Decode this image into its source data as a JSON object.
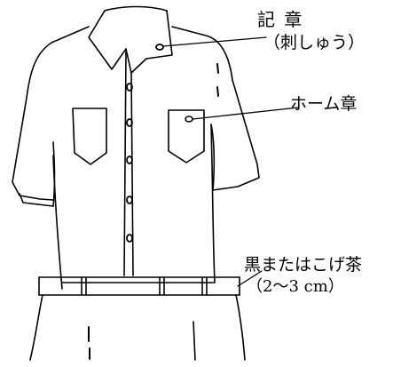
{
  "labels": {
    "emblem": "記 章",
    "emblem_sub": "（刺しゅう）",
    "home_emblem": "ホーム章",
    "belt": "黒またはこげ茶",
    "belt_size": "（2～3 cm）"
  },
  "colors": {
    "ink": "#000000",
    "paper": "#ffffff"
  }
}
